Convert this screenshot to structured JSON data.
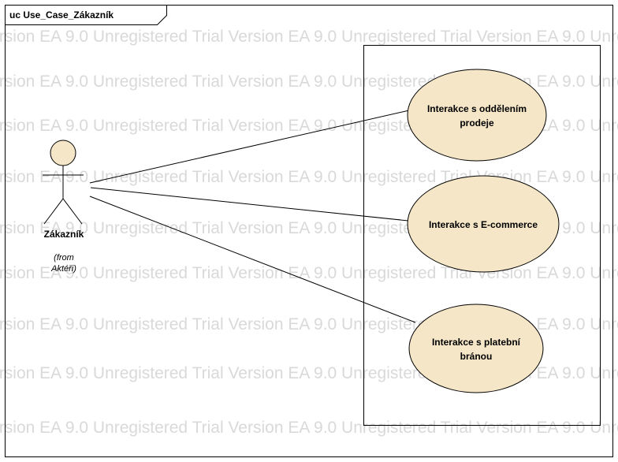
{
  "frame": {
    "title": "uc Use_Case_Zákazník"
  },
  "watermark": {
    "text": "EA 9.0 Unregistered Trial Version"
  },
  "actor": {
    "name": "Zákazník",
    "from_line1": "(from",
    "from_line2": "Aktéři)"
  },
  "use_cases": [
    {
      "line1": "Interakce s oddělením",
      "line2": "prodeje"
    },
    {
      "line1": "Interakce s E-commerce",
      "line2": ""
    },
    {
      "line1": "Interakce s platební",
      "line2": "bránou"
    }
  ],
  "colors": {
    "use_case_fill": "#f5e6c8",
    "actor_fill": "#f5e6c8",
    "stroke": "#000000",
    "watermark": "#d9d9d9"
  }
}
